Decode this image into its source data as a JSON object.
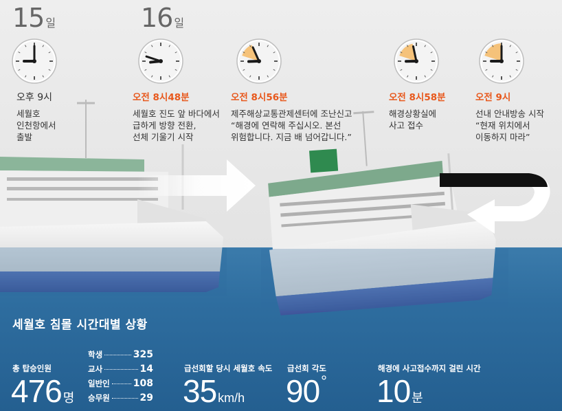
{
  "days": [
    {
      "num": "15",
      "unit": "일"
    },
    {
      "num": "16",
      "unit": "일"
    }
  ],
  "clocks": [
    {
      "hour": 9,
      "minute": 0,
      "elapsed": 0
    },
    {
      "hour": 8,
      "minute": 48,
      "elapsed": 0
    },
    {
      "hour": 8,
      "minute": 56,
      "elapsed": 8
    },
    {
      "hour": 8,
      "minute": 58,
      "elapsed": 10
    },
    {
      "hour": 9,
      "minute": 0,
      "elapsed": 12
    }
  ],
  "events": [
    {
      "time": "오후 9시",
      "desc": "세월호\n인천항에서\n출발"
    },
    {
      "time": "오전 8시48분",
      "desc": "세월호 진도 앞 바다에서\n급하게 방향 전환,\n선체 기울기 시작"
    },
    {
      "time": "오전 8시56분",
      "desc": "제주해상교통관제센터에 조난신고\n“해경에 연락해 주십시오. 본선\n위험합니다. 지금 배 넘어갑니다.”"
    },
    {
      "time": "오전 8시58분",
      "desc": "해경상황실에\n사고 접수"
    },
    {
      "time": "오전 9시",
      "desc": "선내 안내방송 시작\n“현재 위치에서\n이동하지 마라”"
    }
  ],
  "title": "세월호 침몰 시간대별 상황",
  "stats": {
    "passengers": {
      "label": "총 탑승인원",
      "value": "476",
      "unit": "명"
    },
    "breakdown": [
      {
        "name": "학생",
        "value": "325"
      },
      {
        "name": "교사",
        "value": "14"
      },
      {
        "name": "일반인",
        "value": "108"
      },
      {
        "name": "승무원",
        "value": "29"
      }
    ],
    "speed": {
      "label": "급선회할 당시 세월호 속도",
      "value": "35",
      "unit": "km/h"
    },
    "angle": {
      "label": "급선회 각도",
      "value": "90",
      "unit": "°"
    },
    "report": {
      "label": "해경에 사고접수까지 걸린 시간",
      "value": "10",
      "unit": "분"
    }
  },
  "colors": {
    "accent": "#e8581c",
    "elapsed_wedge": "#f5c27a",
    "sea": "#2e6d9f",
    "hull_bottom": "#4a63a6"
  }
}
